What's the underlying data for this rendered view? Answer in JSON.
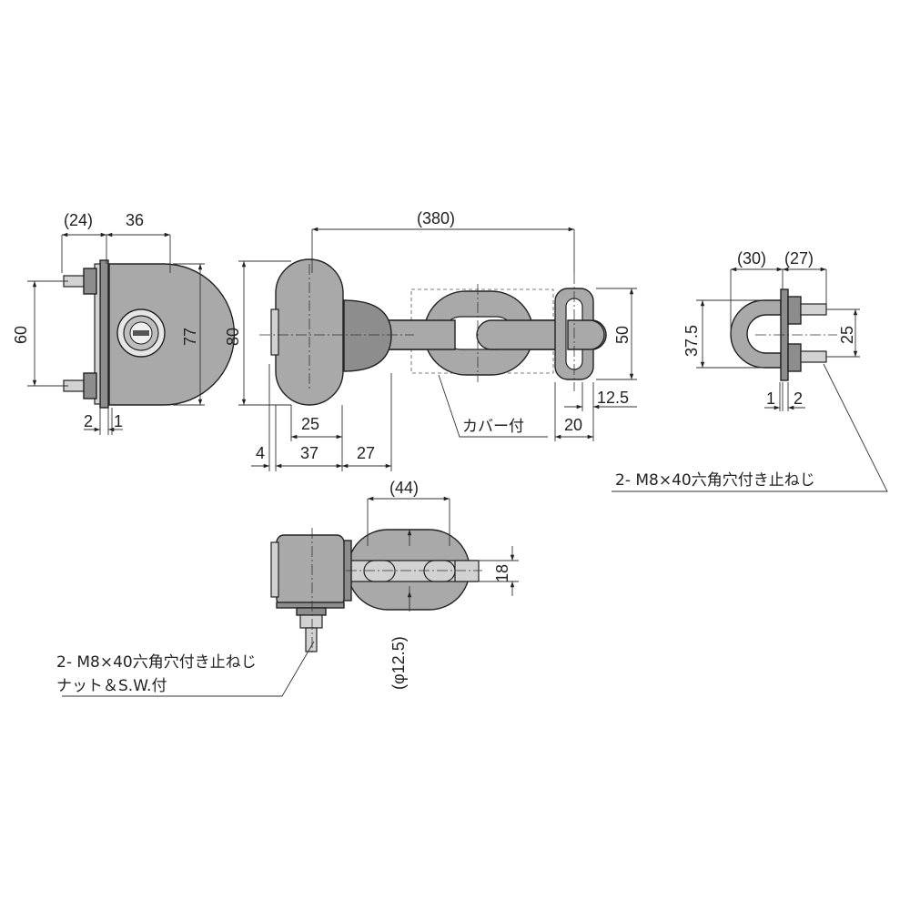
{
  "dimensions": {
    "front_width_24": "(24)",
    "front_width_36": "36",
    "front_height_60": "60",
    "front_height_77": "77",
    "front_plate_2": "2",
    "front_plate_1": "1",
    "main_length_380": "(380)",
    "main_height_80": "80",
    "main_width_25": "25",
    "main_offset_4": "4",
    "main_width_37": "37",
    "main_width_27": "27",
    "right_height_50": "50",
    "right_width_12_5": "12.5",
    "right_width_20": "20",
    "staple_width_30": "(30)",
    "staple_width_27": "(27)",
    "staple_height_37_5": "37.5",
    "staple_height_25": "25",
    "staple_plate_1": "1",
    "staple_plate_2": "2",
    "bottom_width_44": "(44)",
    "bottom_height_18": "18",
    "bottom_diameter": "(φ12.5)"
  },
  "notes": {
    "cover": "カバー付",
    "screw_right": "2- M8×40六角穴付き止ねじ",
    "screw_bottom_line1": "2- M8×40六角穴付き止ねじ",
    "screw_bottom_line2": "ナット＆S.W.付"
  }
}
